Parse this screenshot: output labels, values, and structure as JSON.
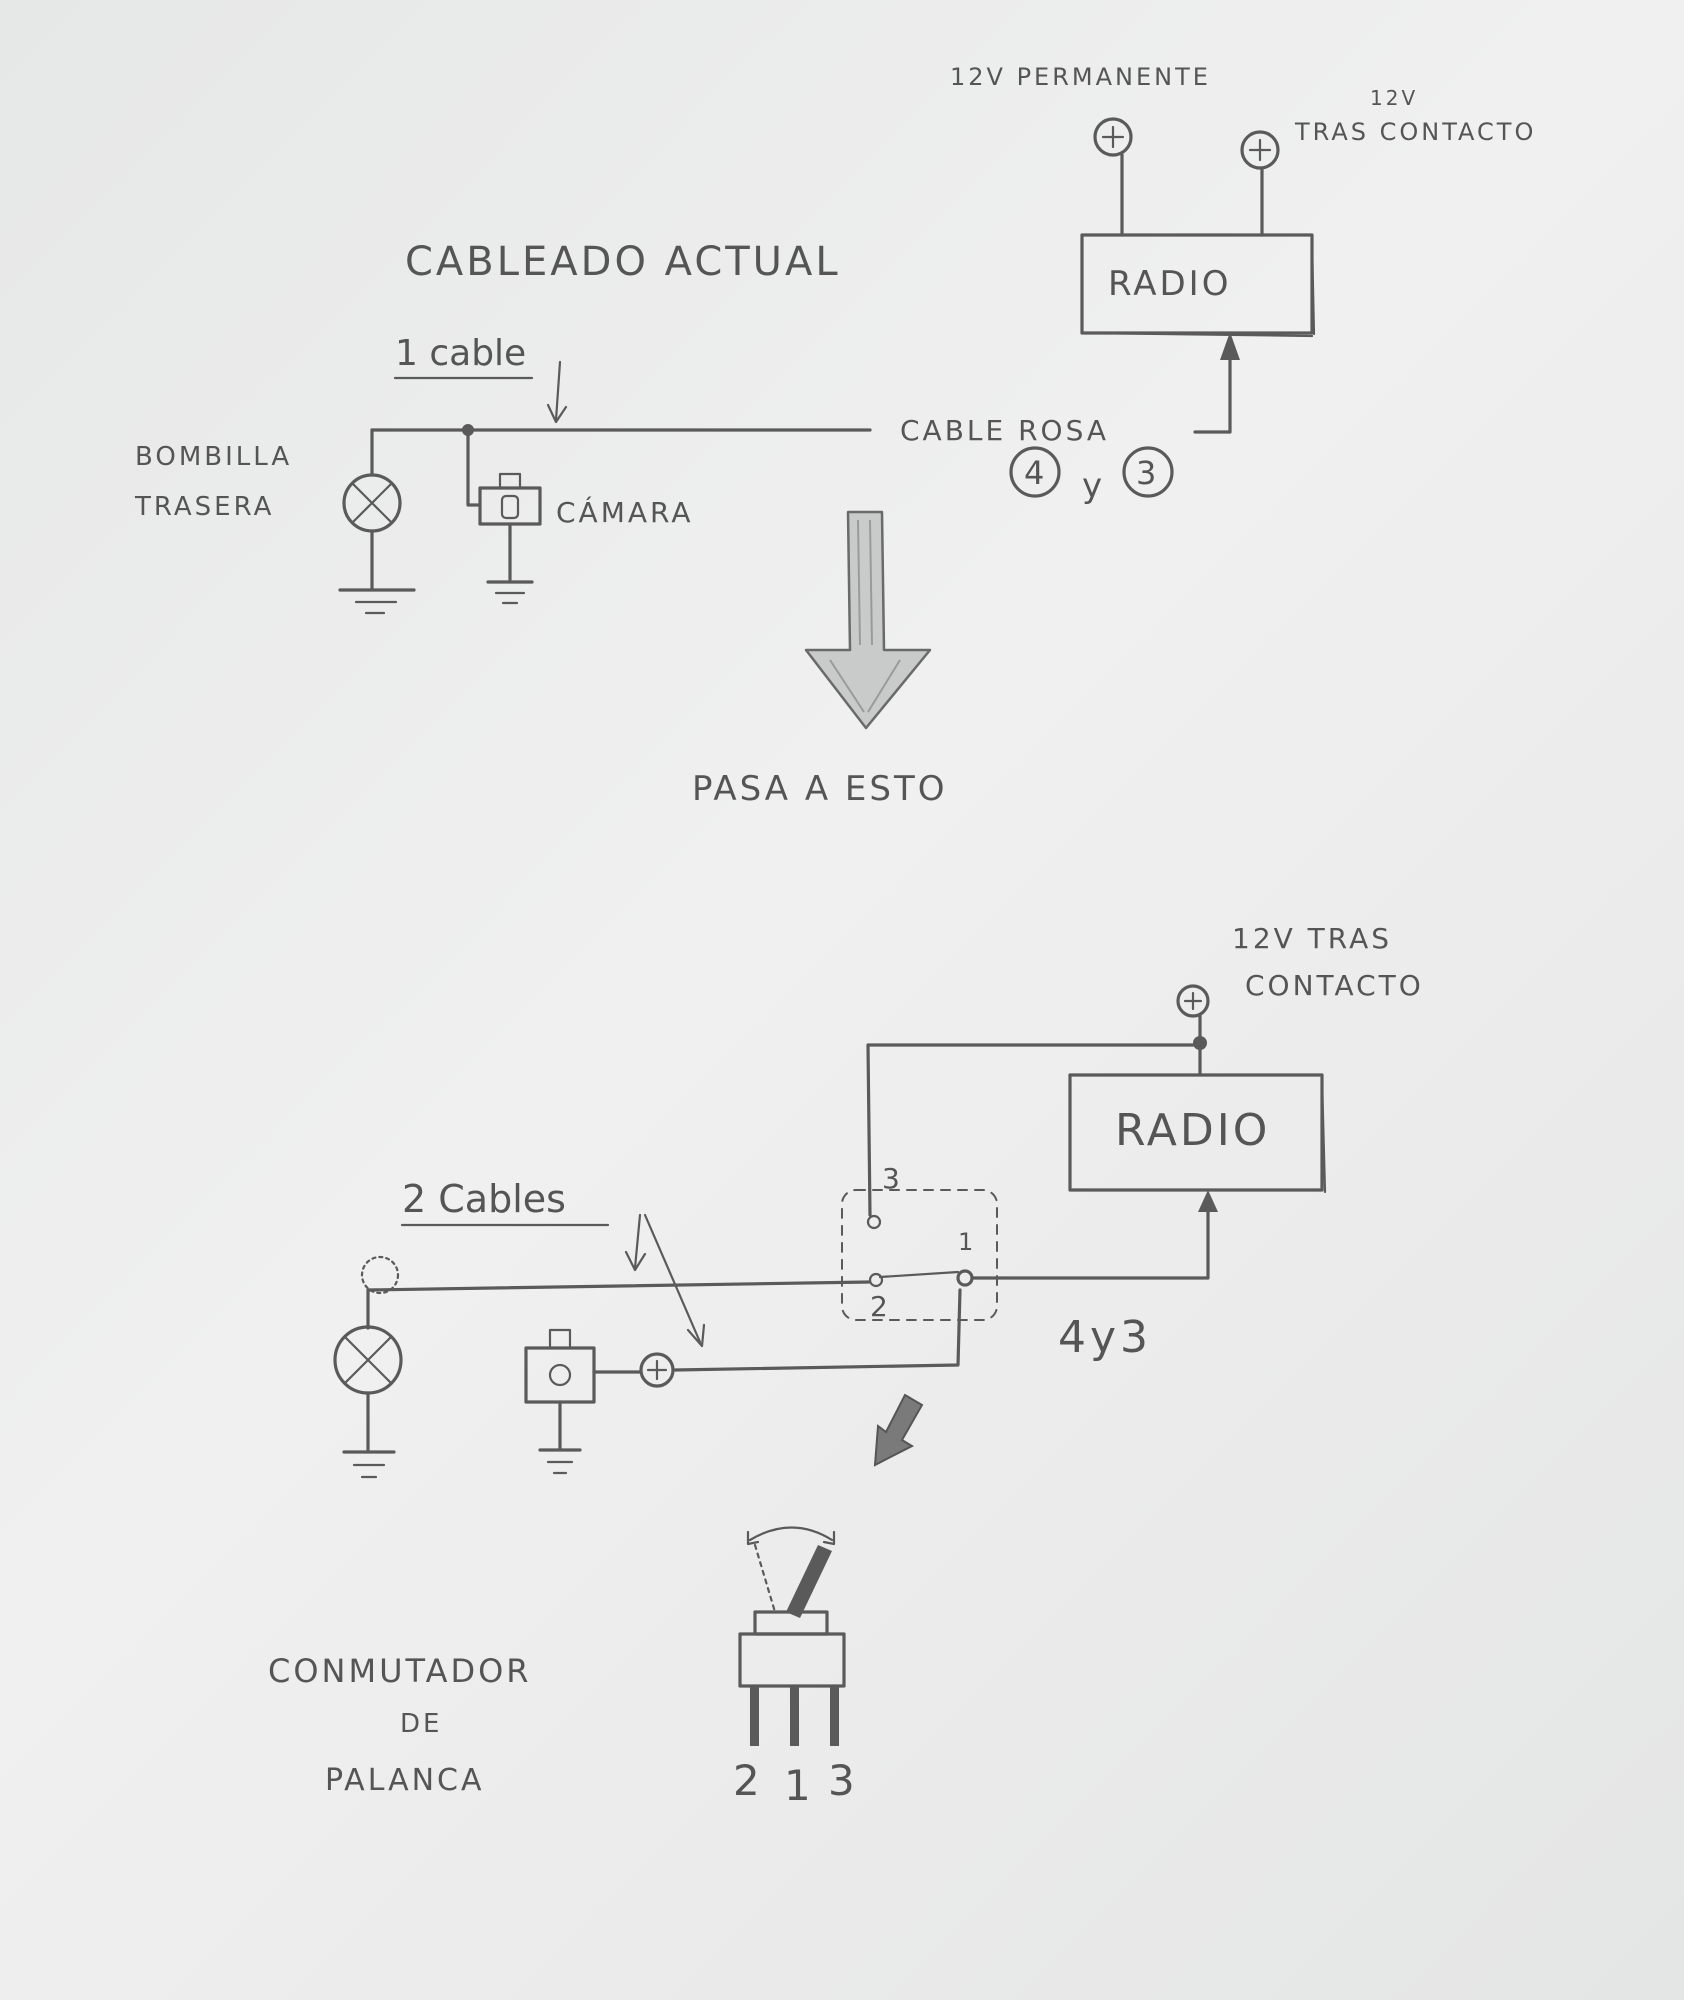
{
  "current": {
    "title": "CABLEADO ACTUAL",
    "v_permanent": "12V PERMANENTE",
    "v_ignition_top": "12V",
    "v_ignition_bottom": "TRAS CONTACTO",
    "radio": "RADIO",
    "one_cable": "1 cable",
    "pink_cable": "CABLE ROSA",
    "pin_a": "4",
    "pin_and": "y",
    "pin_b": "3",
    "bulb_line1": "BOMBILLA",
    "bulb_line2": "TRASERA",
    "camera": "CÁMARA"
  },
  "transition": "PASA A ESTO",
  "proposed": {
    "v_ignition_line1": "12V TRAS",
    "v_ignition_line2": "CONTACTO",
    "radio": "RADIO",
    "two_cables": "2 Cables",
    "switch_pin_3": "3",
    "switch_pin_1": "1",
    "switch_pin_2": "2",
    "pins_label": "4y3"
  },
  "toggle": {
    "line1": "CONMUTADOR",
    "line2": "DE",
    "line3": "PALANCA",
    "pins": [
      "2",
      "1",
      "3"
    ]
  }
}
